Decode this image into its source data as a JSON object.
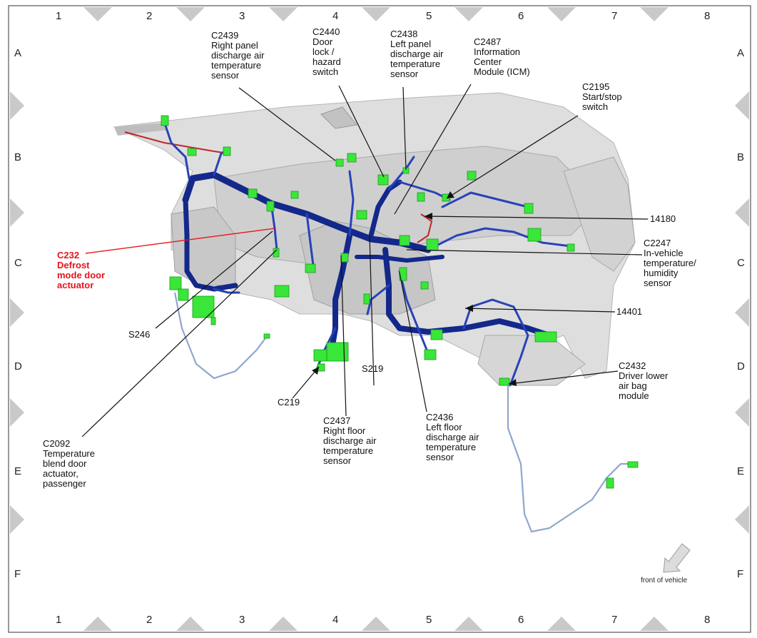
{
  "grid": {
    "columns": [
      "1",
      "2",
      "3",
      "4",
      "5",
      "6",
      "7",
      "8"
    ],
    "rows": [
      "A",
      "B",
      "C",
      "D",
      "E",
      "F"
    ]
  },
  "callouts": {
    "c2439": "C2439\nRight panel\ndischarge air\ntemperature\nsensor",
    "c2440": "C2440\nDoor\nlock /\nhazard\nswitch",
    "c2438": "C2438\nLeft panel\ndischarge air\ntemperature\nsensor",
    "c2487": "C2487\nInformation\nCenter\nModule (ICM)",
    "c2195": "C2195\nStart/stop\nswitch",
    "n14180": "14180",
    "c2247": "C2247\nIn-vehicle\ntemperature/\nhumidity\nsensor",
    "c232": "C232\nDefrost\nmode door\nactuator",
    "n14401": "14401",
    "s246": "S246",
    "s219": "S219",
    "c2432": "C2432\nDriver lower\nair bag\nmodule",
    "c219": "C219",
    "c2437": "C2437\nRight floor\ndischarge air\ntemperature\nsensor",
    "c2436": "C2436\nLeft floor\ndischarge air\ntemperature\nsensor",
    "c2092": "C2092\nTemperature\nblend door\nactuator,\npassenger"
  },
  "front_of_vehicle": "front of vehicle",
  "colors": {
    "harness_dark": "#13288a",
    "harness_mid": "#2743b8",
    "harness_light": "#8fa6cf",
    "connector": "#39e639",
    "highlight": "#e8141b",
    "panel": "#cfcfcf"
  }
}
